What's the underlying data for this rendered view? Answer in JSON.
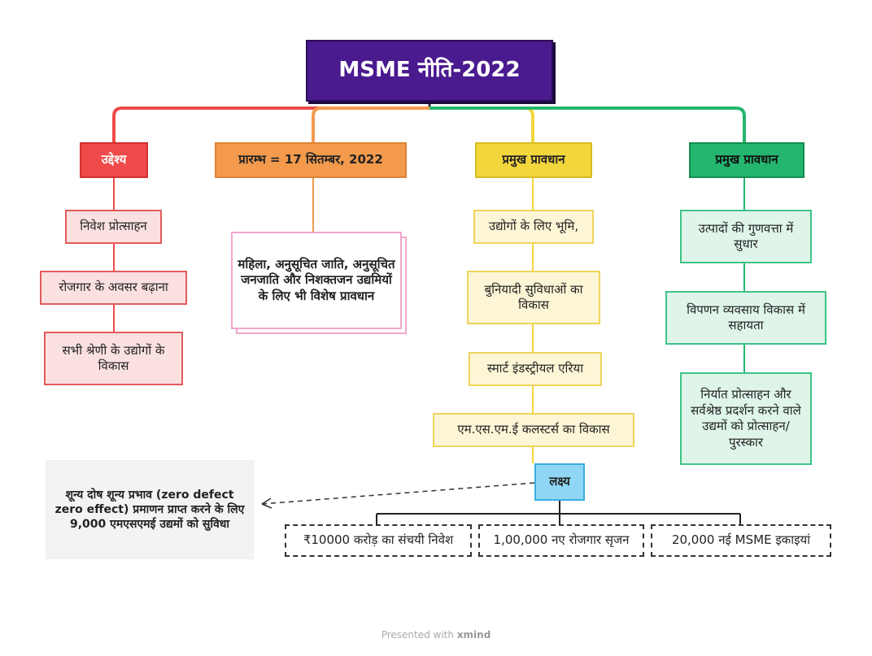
{
  "root": {
    "title": "MSME नीति-2022"
  },
  "branches": {
    "objective": {
      "label": "उद्देश्य",
      "items": [
        "निवेश प्रोत्साहन",
        "रोजगार के अवसर बढ़ाना",
        "सभी श्रेणी के उद्योगों के विकास"
      ]
    },
    "start": {
      "label": "प्रारम्भ = 17 सितम्बर, 2022",
      "items": [
        "महिला, अनुसूचित जाति, अनुसूचित जनजाति और निशक्तजन उद्यमियों के लिए भी विशेष प्रावधान"
      ]
    },
    "provisions1": {
      "label": "प्रमुख प्रावधान",
      "items": [
        "उद्योगों के लिए भूमि,",
        "बुनियादी सुविधाओं का विकास",
        "स्मार्ट इंडस्ट्रीयल एरिया",
        "एम.एस.एम.ई कलस्टर्स का विकास"
      ]
    },
    "provisions2": {
      "label": "प्रमुख प्रावधान",
      "items": [
        "उत्पादों की गुणवत्ता में सुधार",
        "विपणन व्यवसाय विकास में सहायता",
        "निर्यात प्रोत्साहन और सर्वश्रेष्ठ प्रदर्शन करने वाले उद्यमों को प्रोत्साहन/पुरस्कार"
      ]
    }
  },
  "goal": {
    "label": "लक्ष्य",
    "items": [
      "₹10000 करोड़ का संचयी निवेश",
      "1,00,000 नए रोजगार सृजन",
      "20,000 नई MSME इकाइयां"
    ]
  },
  "note": {
    "text": "शून्य दोष शून्य प्रभाव (zero defect zero effect) प्रमाणन प्राप्त करने के लिए 9,000 एमएसएमई उद्यमों को सुविधा"
  },
  "footer": {
    "prefix": "Presented with",
    "brand": "xmind"
  },
  "colors": {
    "root": "#4a1a8f",
    "red": "#ef4a4a",
    "orange": "#f39a4c",
    "yellow": "#f2d63c",
    "green": "#24b56e",
    "goal": "#8fd7f5"
  }
}
